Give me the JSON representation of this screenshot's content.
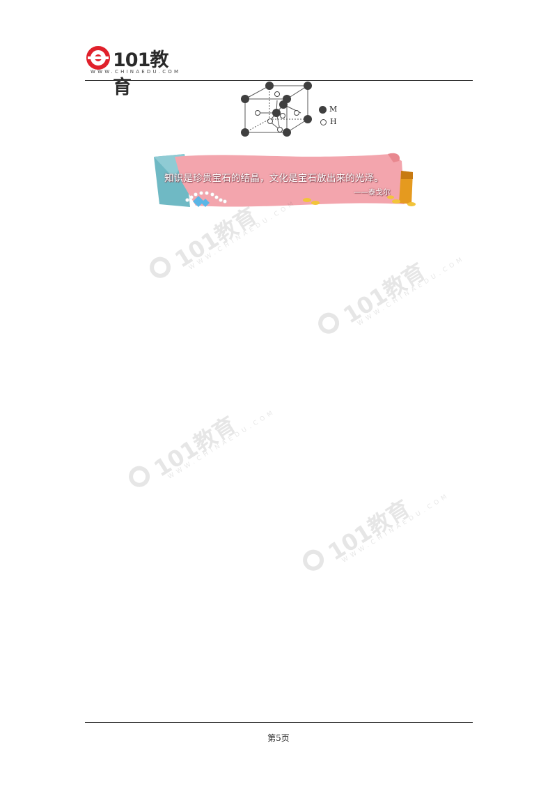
{
  "header": {
    "logo_text": "101教育",
    "logo_subtext": "WWW.CHINAEDU.COM"
  },
  "figure": {
    "legend": [
      {
        "symbol": "filled-circle",
        "label": "M"
      },
      {
        "symbol": "open-circle",
        "label": "H"
      }
    ]
  },
  "banner": {
    "quote": "知识是珍贵宝石的结晶，文化是宝石放出来的光泽。",
    "author": "——泰戈尔"
  },
  "watermark": {
    "text": "101教育",
    "subtext": "WWW.CHINAEDU.COM"
  },
  "footer": {
    "page_label": "第5页"
  },
  "colors": {
    "brand_red": "#e0202b",
    "banner_pink": "#f3a5ad",
    "banner_teal": "#6fb9c4"
  }
}
